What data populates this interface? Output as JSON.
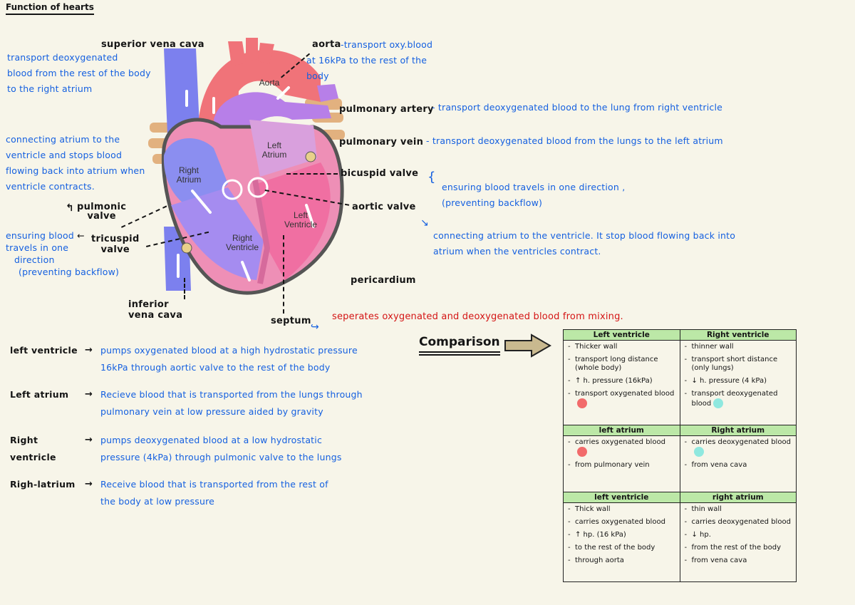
{
  "title": "Function of hearts",
  "diagram_labels": {
    "aorta": "Aorta",
    "left_atrium": "Left Atrium",
    "right_atrium": "Right Atrium",
    "left_ventricle": "Left Ventricle",
    "right_ventricle": "Right Ventricle"
  },
  "structures": {
    "superior_vena_cava": "superior vena cava",
    "aorta": "aorta",
    "pulmonary_artery": "pulmonary artery",
    "pulmonary_vein": "pulmonary vein",
    "bicuspid_valve": "bicuspid valve",
    "aortic_valve": "aortic valve",
    "pericardium": "pericardium",
    "septum": "septum",
    "inferior_vena_cava_1": "inferior",
    "inferior_vena_cava_2": "vena cava",
    "tricuspid_valve_1": "tricuspid",
    "tricuspid_valve_2": "valve",
    "pulmonic_valve_1": "pulmonic",
    "pulmonic_valve_2": "valve"
  },
  "notes": {
    "aorta_1": "-transport oxy.blood",
    "aorta_2": "at 16kPa to the rest of the",
    "aorta_3": "body",
    "svc_1": "transport deoxygenated",
    "svc_2": "blood from the rest of the body",
    "svc_3": "to the right atrium",
    "septum_left_1": "connecting atrium to the",
    "septum_left_2": "ventricle and stops blood",
    "septum_left_3": "flowing back into atrium when",
    "septum_left_4": "ventricle contracts.",
    "pa": "- transport deoxygenated blood to the lung from right ventricle",
    "pv": "- transport deoxygenated blood from the lungs to the left atrium",
    "valves_1": "ensuring blood travels in one direction ,",
    "valves_2": "(preventing backflow)",
    "bicuspid_1": "connecting atrium to the ventricle. It stop blood flowing back into",
    "bicuspid_2": "atrium when the ventricles contract.",
    "tricuspid_1": "ensuring blood",
    "tricuspid_2": "travels in one",
    "tricuspid_3": "direction",
    "tricuspid_4": "(preventing backflow)",
    "septum": "seperates oxygenated and deoxygenated blood from mixing."
  },
  "functions": [
    {
      "label": "left ventricle",
      "lines": [
        "pumps oxygenated blood at a high hydrostatic pressure",
        "16kPa through aortic valve to the rest of the body"
      ]
    },
    {
      "label": "Left atrium",
      "lines": [
        "Recieve blood that is transported from the lungs through",
        "pulmonary vein at low pressure aided by gravity"
      ]
    },
    {
      "label": "Right ventricle",
      "lines": [
        "pumps deoxygenated blood at a low hydrostatic",
        "pressure (4kPa) through pulmonic valve to the lungs"
      ]
    },
    {
      "label": "Righ-latrium",
      "lines": [
        "Receive blood that is transported from the rest of",
        "the body at low pressure"
      ]
    }
  ],
  "arrow_sym": "→",
  "comparison": {
    "title": "Comparison",
    "sections": [
      {
        "left_header": "Left ventricle",
        "right_header": "Right ventricle",
        "left_items": [
          "Thicker wall",
          "transport long distance (whole body)",
          "↑ h. pressure (16kPa)",
          "transport oxygenated blood"
        ],
        "right_items": [
          "thinner wall",
          "transport short distance (only lungs)",
          "↓ h. pressure (4 kPa)",
          "transport deoxygenated blood"
        ]
      },
      {
        "left_header": "left atrium",
        "right_header": "Right atrium",
        "left_items": [
          "carries oxygenated blood",
          "from pulmonary vein"
        ],
        "right_items": [
          "carries deoxygenated blood",
          "from vena cava"
        ]
      },
      {
        "left_header": "left ventricle",
        "right_header": "right atrium",
        "left_items": [
          "Thick wall",
          "carries oxygenated blood",
          "↑ hp. (16 kPa)",
          "to the rest of the body",
          "through aorta"
        ],
        "right_items": [
          "thin wall",
          "carries deoxygenated blood",
          "↓ hp.",
          "from the rest of the body",
          "from vena cava"
        ]
      }
    ],
    "oxy_color": "#f26b6b",
    "deoxy_color": "#8fe8df"
  },
  "colors": {
    "note_blue": "#1560e0",
    "note_red": "#d41515",
    "table_header": "#bce8a7"
  }
}
